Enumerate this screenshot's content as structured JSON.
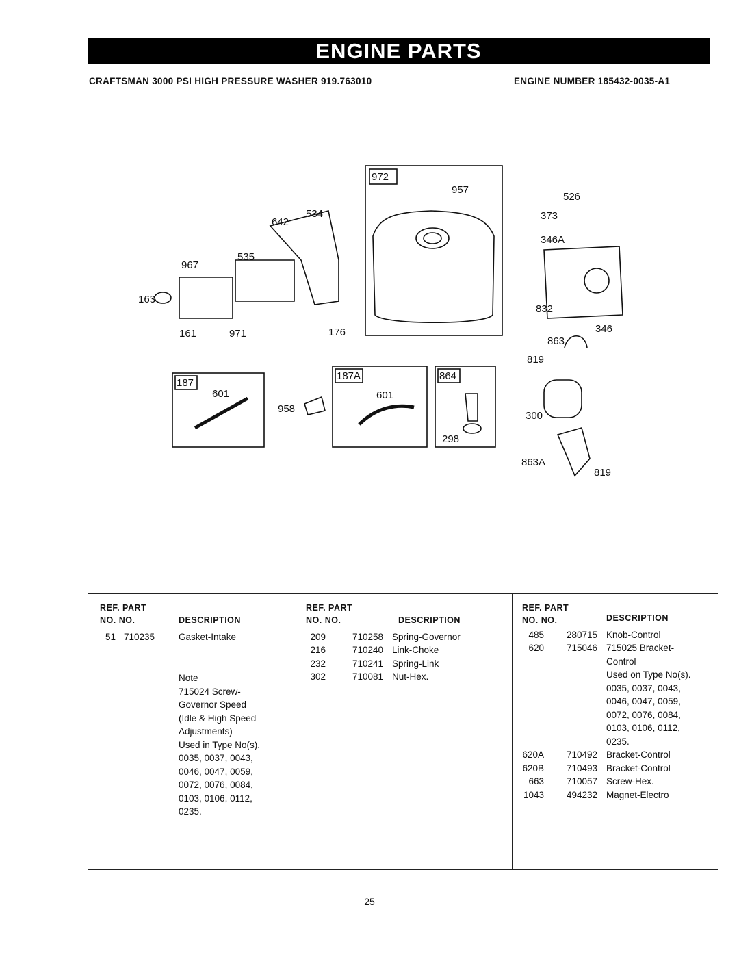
{
  "header": {
    "banner": "ENGINE PARTS",
    "model_title": "CRAFTSMAN 3000 PSI HIGH PRESSURE WASHER 919.763010",
    "engine_number": "ENGINE NUMBER 185432-0035-A1"
  },
  "diagram": {
    "callouts": [
      "972",
      "957",
      "526",
      "373",
      "346A",
      "832",
      "346",
      "863",
      "819",
      "534",
      "642",
      "535",
      "967",
      "163",
      "161",
      "971",
      "176",
      "187",
      "601",
      "958",
      "187A",
      "601",
      "864",
      "298",
      "300",
      "863A",
      "819"
    ]
  },
  "table": {
    "head_ref_part": "REF.   PART",
    "head_no_no": "NO.    NO.",
    "head_description": "DESCRIPTION",
    "col1": [
      {
        "ref": "51",
        "part": "710235",
        "desc": "Gasket-Intake"
      }
    ],
    "col1_notes": [
      "Note",
      "715024 Screw-",
      "Governor Speed",
      "(Idle & High Speed",
      "Adjustments)",
      "Used in Type No(s).",
      "0035, 0037, 0043,",
      "0046, 0047, 0059,",
      "0072, 0076, 0084,",
      "0103, 0106, 0112,",
      "0235."
    ],
    "col2": [
      {
        "ref": "209",
        "part": "710258",
        "desc": "Spring-Governor"
      },
      {
        "ref": "216",
        "part": "710240",
        "desc": "Link-Choke"
      },
      {
        "ref": "232",
        "part": "710241",
        "desc": "Spring-Link"
      },
      {
        "ref": "302",
        "part": "710081",
        "desc": "Nut-Hex."
      }
    ],
    "col3": [
      {
        "ref": "485",
        "part": "280715",
        "desc": "Knob-Control"
      },
      {
        "ref": "620",
        "part": "715046",
        "desc": "715025 Bracket-"
      },
      {
        "ref": "",
        "part": "",
        "desc": "Control"
      },
      {
        "ref": "",
        "part": "",
        "desc": "Used on Type No(s)."
      },
      {
        "ref": "",
        "part": "",
        "desc": "0035, 0037, 0043,"
      },
      {
        "ref": "",
        "part": "",
        "desc": "0046, 0047, 0059,"
      },
      {
        "ref": "",
        "part": "",
        "desc": "0072, 0076, 0084,"
      },
      {
        "ref": "",
        "part": "",
        "desc": "0103, 0106, 0112,"
      },
      {
        "ref": "",
        "part": "",
        "desc": "0235."
      },
      {
        "ref": "620A",
        "part": "710492",
        "desc": "Bracket-Control"
      },
      {
        "ref": "620B",
        "part": "710493",
        "desc": "Bracket-Control"
      },
      {
        "ref": "663",
        "part": "710057",
        "desc": "Screw-Hex."
      },
      {
        "ref": "1043",
        "part": "494232",
        "desc": "Magnet-Electro"
      }
    ]
  },
  "footer": {
    "page_number": "25"
  }
}
